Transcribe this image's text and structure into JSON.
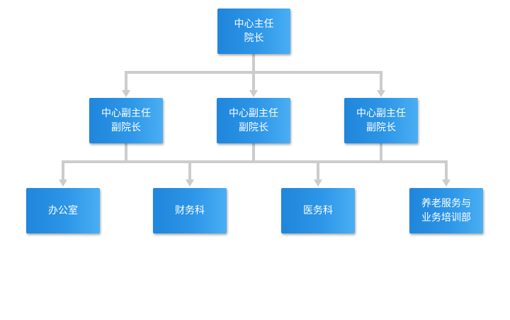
{
  "org_chart": {
    "top": {
      "line1": "中心主任",
      "line2": "院长"
    },
    "deputies": [
      {
        "line1": "中心副主任",
        "line2": "副院长"
      },
      {
        "line1": "中心副主任",
        "line2": "副院长"
      },
      {
        "line1": "中心副主任",
        "line2": "副院长"
      }
    ],
    "departments": [
      {
        "line1": "办公室"
      },
      {
        "line1": "财务科"
      },
      {
        "line1": "医务科"
      },
      {
        "line1": "养老服务与",
        "line2": "业务培训部"
      }
    ]
  },
  "colors": {
    "box_dark": "#1f86db",
    "box_light": "#4aaef3",
    "connector": "#cccccc",
    "text": "#ffffff"
  }
}
